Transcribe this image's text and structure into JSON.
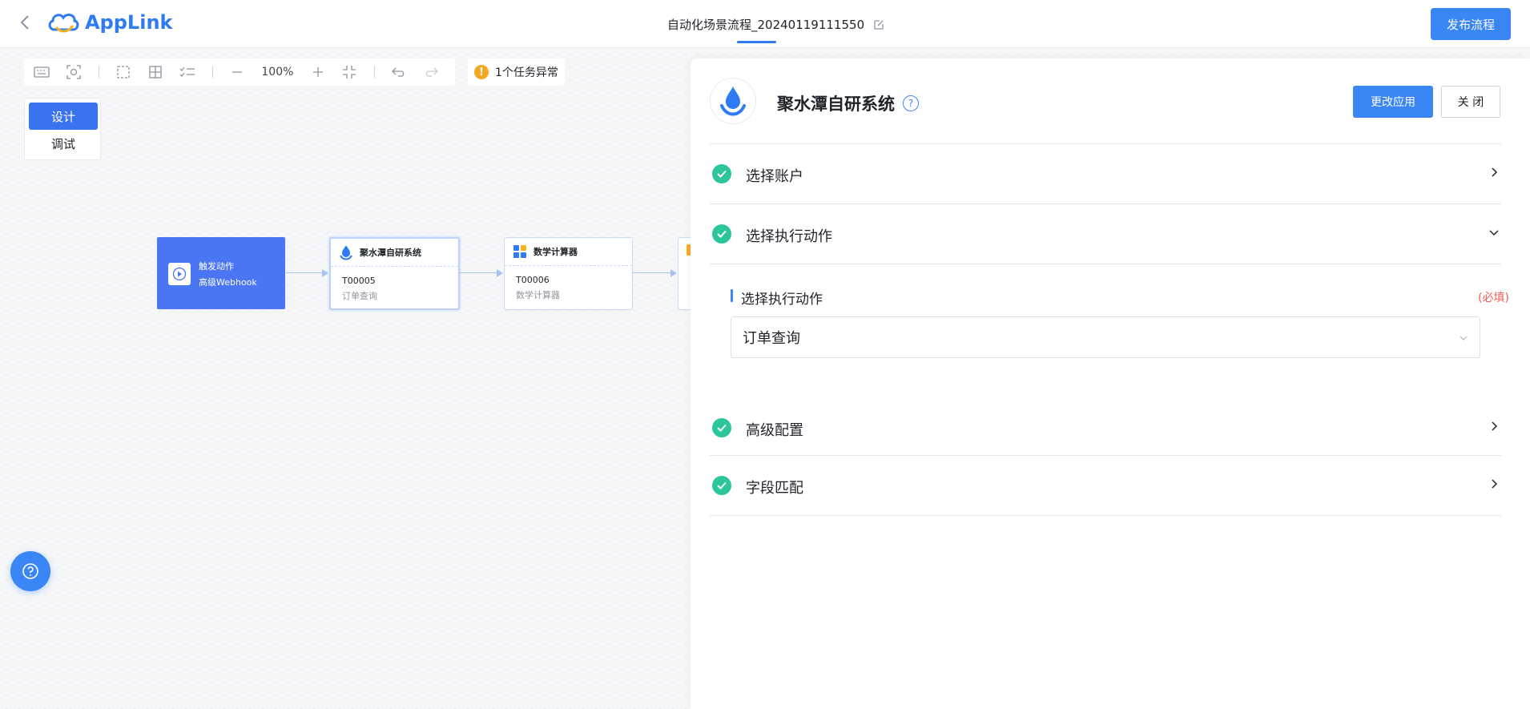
{
  "header": {
    "brand": "AppLink",
    "flow_title": "自动化场景流程_20240119111550",
    "publish_label": "发布流程"
  },
  "toolbar": {
    "zoom": "100%",
    "warning_text": "1个任务异常"
  },
  "mode": {
    "design_label": "设计",
    "debug_label": "调试"
  },
  "nodes": {
    "trigger": {
      "title": "触发动作",
      "subtitle": "高级Webhook"
    },
    "node_a": {
      "title": "聚水潭自研系统",
      "code": "T00005",
      "subtitle": "订单查询"
    },
    "node_b": {
      "title": "数学计算器",
      "code": "T00006",
      "subtitle": "数学计算器"
    }
  },
  "panel": {
    "app_name": "聚水潭自研系统",
    "change_app_label": "更改应用",
    "close_label": "关 闭",
    "sections": [
      {
        "label": "选择账户",
        "done": true,
        "expanded": false
      },
      {
        "label": "选择执行动作",
        "done": true,
        "expanded": true
      },
      {
        "label": "高级配置",
        "done": true,
        "expanded": false
      },
      {
        "label": "字段匹配",
        "done": true,
        "expanded": false
      }
    ],
    "action_field": {
      "label": "选择执行动作",
      "required_text": "(必填)",
      "value": "订单查询"
    }
  },
  "colors": {
    "primary": "#3a86f6",
    "trigger_node": "#4a76f5",
    "success": "#2dc59b",
    "warning": "#f5a623",
    "required": "#f25c54"
  }
}
